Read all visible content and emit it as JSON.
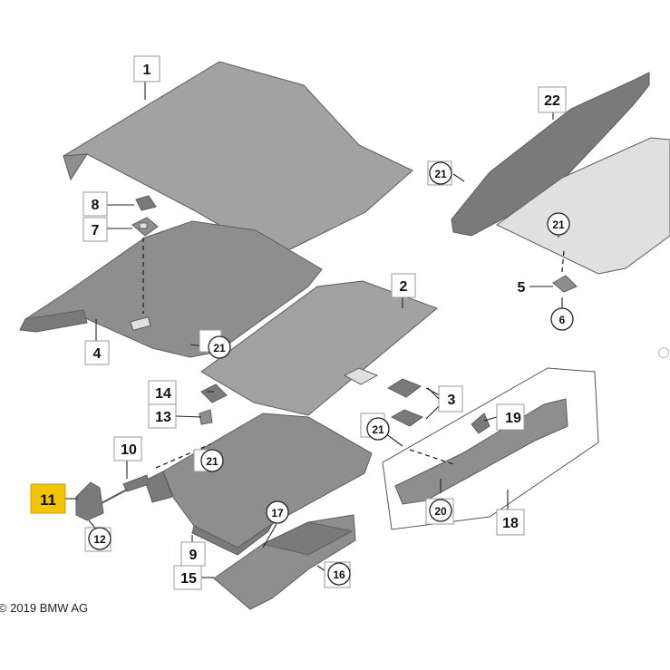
{
  "copyright": "© 2019 BMW AG",
  "highlight_color": "#f5c400",
  "callouts": {
    "c1": "1",
    "c2": "2",
    "c3": "3",
    "c4": "4",
    "c5": "5",
    "c6": "6",
    "c7": "7",
    "c8": "8",
    "c9": "9",
    "c10": "10",
    "c11": "11",
    "c12": "12",
    "c13": "13",
    "c14": "14",
    "c15": "15",
    "c16": "16",
    "c17": "17",
    "c18": "18",
    "c19": "19",
    "c20": "20",
    "c21": "21",
    "c22": "22"
  }
}
